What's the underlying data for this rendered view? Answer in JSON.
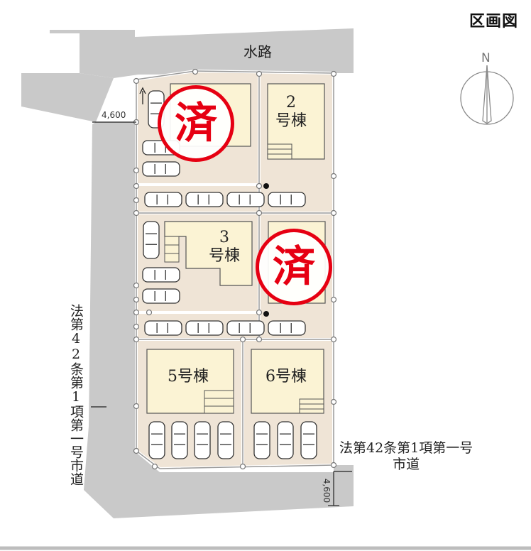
{
  "title": "区画図",
  "waterway_label": "水路",
  "north_label": "N",
  "left_road_label": "法第42条第1項第一号市道",
  "bottom_road_label": "法第42条第1項第一号\n市道",
  "road_width_left": "4,600",
  "road_width_bottom": "4,600",
  "lots": [
    {
      "id": "1",
      "label": "",
      "sold": true
    },
    {
      "id": "2",
      "label": "2\n号棟",
      "sold": false
    },
    {
      "id": "3",
      "label": "3\n号棟",
      "sold": false
    },
    {
      "id": "4",
      "label": "",
      "sold": true
    },
    {
      "id": "5",
      "label": "5号棟",
      "sold": false
    },
    {
      "id": "6",
      "label": "6号棟",
      "sold": false
    }
  ],
  "sold_mark": "済",
  "colors": {
    "road": "#c9c9c9",
    "lot": "#efe4d6",
    "building": "#fbf3d4",
    "sold": "#e60012"
  }
}
